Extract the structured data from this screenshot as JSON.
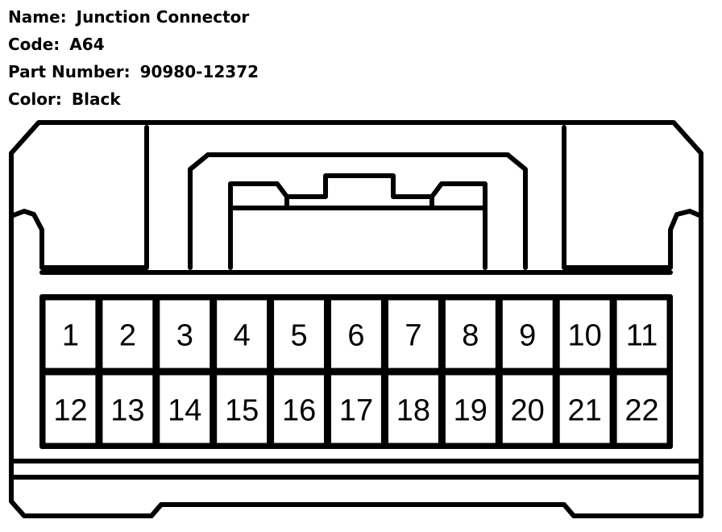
{
  "connector": {
    "name_label": "Name:",
    "name": "Junction Connector",
    "code_label": "Code:",
    "code": "A64",
    "part_number_label": "Part Number:",
    "part_number": "90980-12372",
    "color_label": "Color:",
    "color": "Black"
  },
  "pins": {
    "top_row": [
      "1",
      "2",
      "3",
      "4",
      "5",
      "6",
      "7",
      "8",
      "9",
      "10",
      "11"
    ],
    "bottom_row": [
      "12",
      "13",
      "14",
      "15",
      "16",
      "17",
      "18",
      "19",
      "20",
      "21",
      "22"
    ]
  }
}
